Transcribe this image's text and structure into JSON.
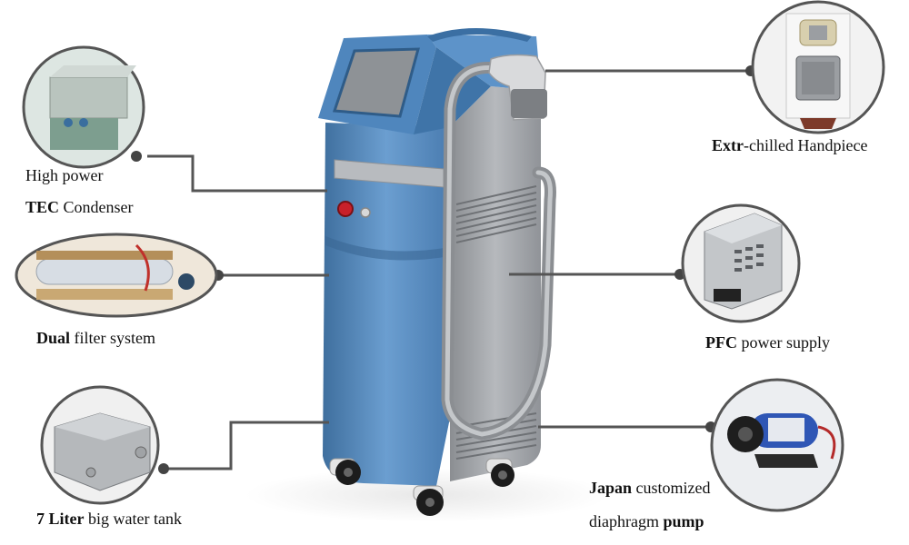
{
  "callouts": [
    {
      "id": "tec",
      "lines": [
        [
          {
            "t": "High power",
            "b": false
          }
        ],
        [
          {
            "t": "TEC",
            "b": true
          },
          {
            "t": " Condenser",
            "b": false
          }
        ]
      ]
    },
    {
      "id": "filter",
      "lines": [
        [
          {
            "t": "Dual",
            "b": true
          },
          {
            "t": " filter system",
            "b": false
          }
        ]
      ]
    },
    {
      "id": "tank",
      "lines": [
        [
          {
            "t": "7 Liter",
            "b": true
          },
          {
            "t": " big water tank",
            "b": false
          }
        ]
      ]
    },
    {
      "id": "handpiece",
      "lines": [
        [
          {
            "t": "Extr",
            "b": true
          },
          {
            "t": "-chilled Handpiece",
            "b": false
          }
        ]
      ]
    },
    {
      "id": "psu",
      "lines": [
        [
          {
            "t": "PFC",
            "b": true
          },
          {
            "t": " power supply",
            "b": false
          }
        ]
      ]
    },
    {
      "id": "pump",
      "lines": [
        [
          {
            "t": "Japan",
            "b": true
          },
          {
            "t": " customized",
            "b": false
          }
        ],
        [
          {
            "t": "diaphragm ",
            "b": false
          },
          {
            "t": "pump",
            "b": true
          }
        ]
      ]
    }
  ],
  "colors": {
    "device_blue": "#5b8fc4",
    "device_blue_dark": "#3f6f9e",
    "device_gray": "#9b9ea2",
    "leader_line": "#555555",
    "button_red": "#c8202a"
  }
}
